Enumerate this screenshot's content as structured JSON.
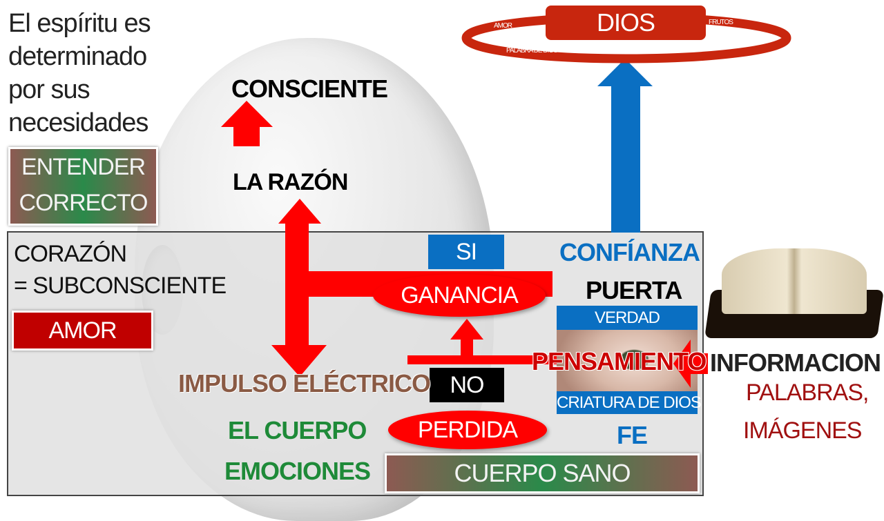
{
  "intro": [
    "El espíritu es",
    "determinado",
    "por sus",
    "necesidades"
  ],
  "entender": [
    "ENTENDER",
    "CORRECTO"
  ],
  "corazon": [
    "CORAZÓN",
    "= SUBCONSCIENTE"
  ],
  "amor": "AMOR",
  "consciente": "CONSCIENTE",
  "razon": "LA RAZÓN",
  "impulso": "IMPULSO ELÉCTRICO",
  "cuerpo": [
    "EL CUERPO",
    "EMOCIONES"
  ],
  "cuerpo_sano": "CUERPO SANO",
  "si": "SI",
  "no": "NO",
  "ganancia": "GANANCIA",
  "perdida": "PERDIDA",
  "confianza": "CONFÍANZA",
  "puerta": "PUERTA",
  "verdad": "VERDAD",
  "criatura": "CRIATURA DE DIOS",
  "pensamiento": "PENSAMIENTO",
  "fe": "FE",
  "dios": {
    "title": "DIOS",
    "amor": "AMOR",
    "frutos": "FRUTOS",
    "palabra": "PALABRA DE DIOS"
  },
  "informacion": "INFORMACION",
  "palabras": [
    "PALABRAS,",
    "IMÁGENES"
  ],
  "colors": {
    "red": "#ff0000",
    "blue": "#0a6fc2",
    "dios_red": "#c8260e"
  }
}
